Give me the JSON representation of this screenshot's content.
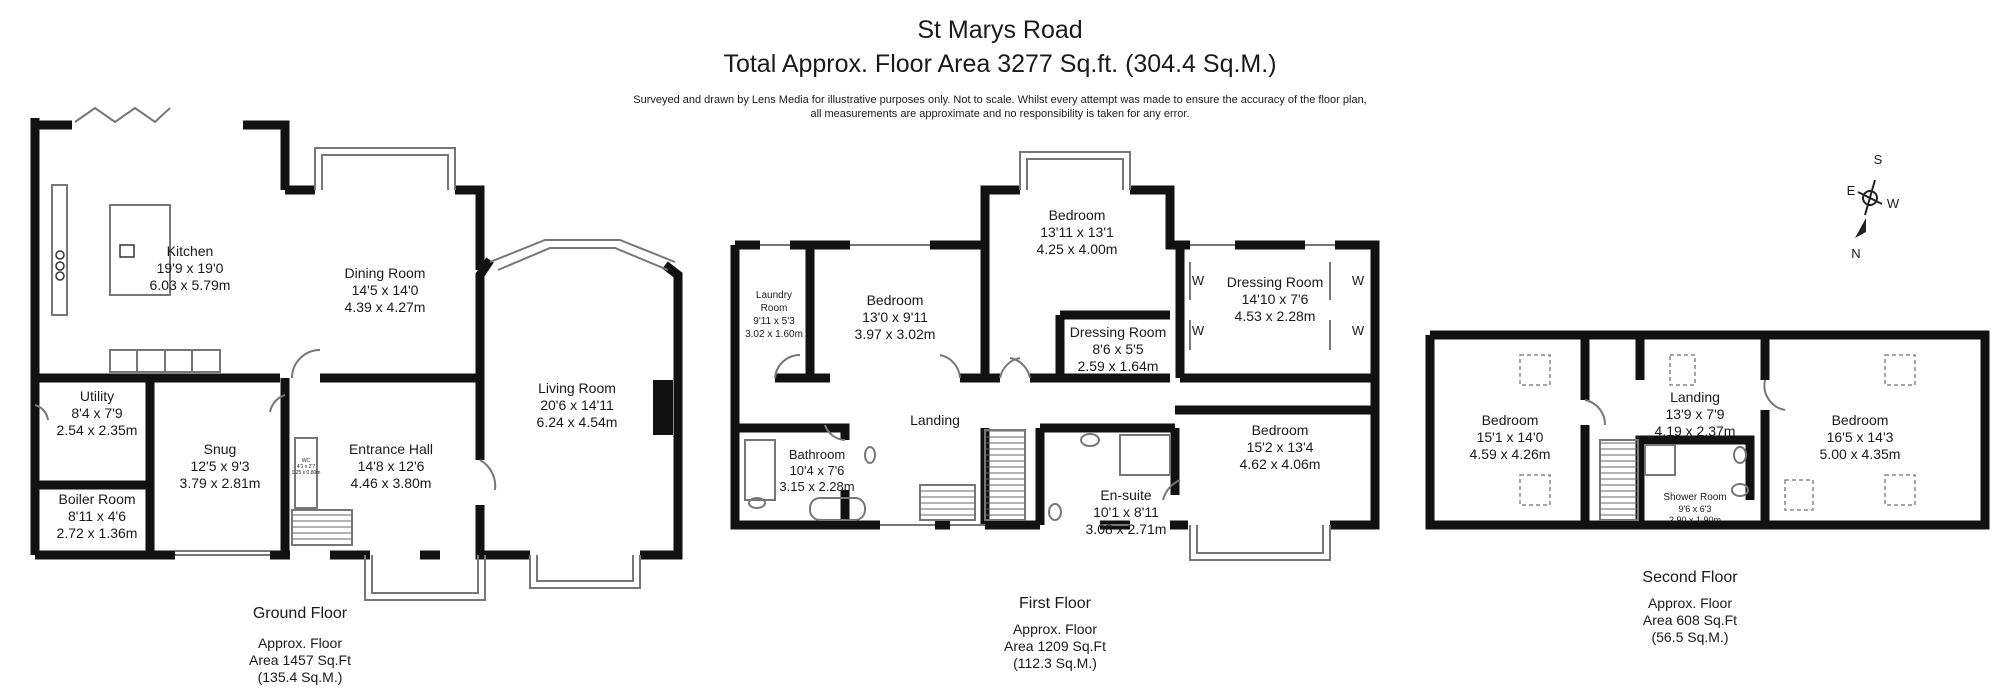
{
  "header": {
    "title": "St Marys Road",
    "subtitle": "Total Approx. Floor Area 3277 Sq.ft. (304.4 Sq.M.)",
    "disclaimer_line1": "Surveyed and drawn by Lens Media for illustrative purposes only. Not to scale. Whilst every attempt was made to ensure the accuracy of the floor plan,",
    "disclaimer_line2": "all measurements are approximate and no responsibility is taken for any error."
  },
  "compass": {
    "s": "S",
    "e": "E",
    "w": "W",
    "n": "N"
  },
  "floors": {
    "ground": {
      "name": "Ground Floor",
      "area_line1": "Approx. Floor",
      "area_line2": "Area 1457 Sq.Ft",
      "area_line3": "(135.4 Sq.M.)",
      "rooms": {
        "kitchen": {
          "name": "Kitchen",
          "imperial": "19'9 x 19'0",
          "metric": "6.03 x 5.79m"
        },
        "dining": {
          "name": "Dining Room",
          "imperial": "14'5 x 14'0",
          "metric": "4.39 x 4.27m"
        },
        "living": {
          "name": "Living Room",
          "imperial": "20'6 x 14'11",
          "metric": "6.24 x 4.54m"
        },
        "utility": {
          "name": "Utility",
          "imperial": "8'4 x 7'9",
          "metric": "2.54 x 2.35m"
        },
        "snug": {
          "name": "Snug",
          "imperial": "12'5 x 9'3",
          "metric": "3.79 x 2.81m"
        },
        "entrance": {
          "name": "Entrance Hall",
          "imperial": "14'8 x 12'6",
          "metric": "4.46 x 3.80m"
        },
        "boiler": {
          "name": "Boiler Room",
          "imperial": "8'11 x 4'6",
          "metric": "2.72 x 1.36m"
        },
        "wc": {
          "name": "WC",
          "imperial": "4'1 x 2'7",
          "metric": "1.25 x 0.80m"
        }
      }
    },
    "first": {
      "name": "First Floor",
      "area_line1": "Approx. Floor",
      "area_line2": "Area 1209 Sq.Ft",
      "area_line3": "(112.3 Sq.M.)",
      "rooms": {
        "laundry": {
          "name1": "Laundry",
          "name2": "Room",
          "imperial": "9'11 x 5'3",
          "metric": "3.02 x 1.60m"
        },
        "bedroom1": {
          "name": "Bedroom",
          "imperial": "13'0 x 9'11",
          "metric": "3.97 x 3.02m"
        },
        "bedroom2": {
          "name": "Bedroom",
          "imperial": "13'11 x 13'1",
          "metric": "4.25 x 4.00m"
        },
        "dressing1": {
          "name": "Dressing Room",
          "imperial": "14'10 x 7'6",
          "metric": "4.53 x 2.28m"
        },
        "dressing2": {
          "name": "Dressing Room",
          "imperial": "8'6 x 5'5",
          "metric": "2.59 x 1.64m"
        },
        "landing": {
          "name": "Landing"
        },
        "bathroom": {
          "name": "Bathroom",
          "imperial": "10'4 x 7'6",
          "metric": "3.15 x 2.28m"
        },
        "ensuite": {
          "name": "En-suite",
          "imperial": "10'1 x 8'11",
          "metric": "3.08 x 2.71m"
        },
        "bedroom3": {
          "name": "Bedroom",
          "imperial": "15'2 x 13'4",
          "metric": "4.62 x 4.06m"
        }
      },
      "wardrobe_label": "W"
    },
    "second": {
      "name": "Second Floor",
      "area_line1": "Approx. Floor",
      "area_line2": "Area 608 Sq.Ft",
      "area_line3": "(56.5 Sq.M.)",
      "rooms": {
        "bedroom_left": {
          "name": "Bedroom",
          "imperial": "15'1 x 14'0",
          "metric": "4.59 x 4.26m"
        },
        "landing": {
          "name": "Landing",
          "imperial": "13'9 x 7'9",
          "metric": "4.19 x 2.37m"
        },
        "shower": {
          "name": "Shower Room",
          "imperial": "9'6 x 6'3",
          "metric": "2.90 x 1.90m"
        },
        "bedroom_right": {
          "name": "Bedroom",
          "imperial": "16'5 x 14'3",
          "metric": "5.00 x 4.35m"
        }
      }
    }
  },
  "colors": {
    "wall": "#111111",
    "fixture": "#555555",
    "window": "#8a8a8a"
  }
}
